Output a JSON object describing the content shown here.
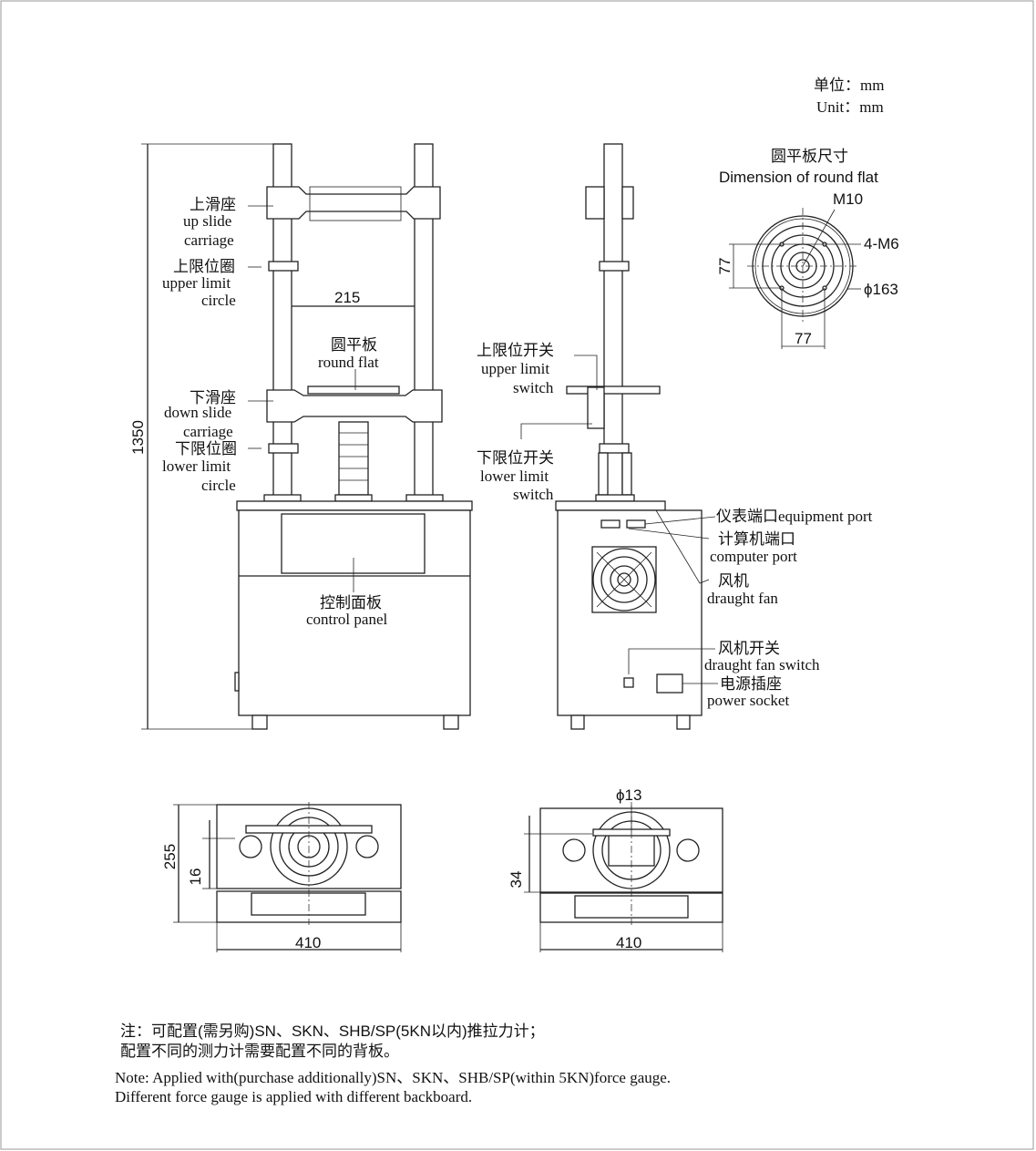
{
  "unit": {
    "cn": "单位：mm",
    "en": "Unit：mm"
  },
  "round_flat_title": {
    "cn": "圆平板尺寸",
    "en": "Dimension of round flat"
  },
  "round_flat_dims": {
    "m10": "M10",
    "m6": "4-M6",
    "dia": "ϕ163",
    "v77": "77",
    "h77": "77"
  },
  "front": {
    "up_slide_cn": "上滑座",
    "up_slide_en1": "up slide",
    "up_slide_en2": "carriage",
    "upper_circle_cn": "上限位圈",
    "upper_circle_en1": "upper limit",
    "upper_circle_en2": "circle",
    "width215": "215",
    "round_flat_cn": "圆平板",
    "round_flat_en": "round flat",
    "down_slide_cn": "下滑座",
    "down_slide_en1": "down slide",
    "down_slide_en2": "carriage",
    "lower_circle_cn": "下限位圈",
    "lower_circle_en1": "lower limit",
    "lower_circle_en2": "circle",
    "control_cn": "控制面板",
    "control_en": "control panel",
    "height1350": "1350"
  },
  "side": {
    "upper_switch_cn": "上限位开关",
    "upper_switch_en1": "upper limit",
    "upper_switch_en2": "switch",
    "lower_switch_cn": "下限位开关",
    "lower_switch_en1": "lower limit",
    "lower_switch_en2": "switch",
    "equipment_port": "仪表端口equipment port",
    "computer_cn": "计算机端口",
    "computer_en": "computer port",
    "fan_cn": "风机",
    "fan_en": "draught fan",
    "fan_switch_cn": "风机开关",
    "fan_switch_en": "draught fan switch",
    "power_cn": "电源插座",
    "power_en": "power socket"
  },
  "top_left": {
    "d255": "255",
    "d16": "16",
    "w410": "410"
  },
  "top_right": {
    "d13": "ϕ13",
    "d34": "34",
    "w410": "410"
  },
  "notes": {
    "cn1": "注：可配置(需另购)SN、SKN、SHB/SP(5KN以内)推拉力计；",
    "cn2": "配置不同的测力计需要配置不同的背板。",
    "en1": "Note: Applied with(purchase additionally)SN、SKN、SHB/SP(within 5KN)force gauge.",
    "en2": "Different force gauge is  applied with different backboard."
  }
}
